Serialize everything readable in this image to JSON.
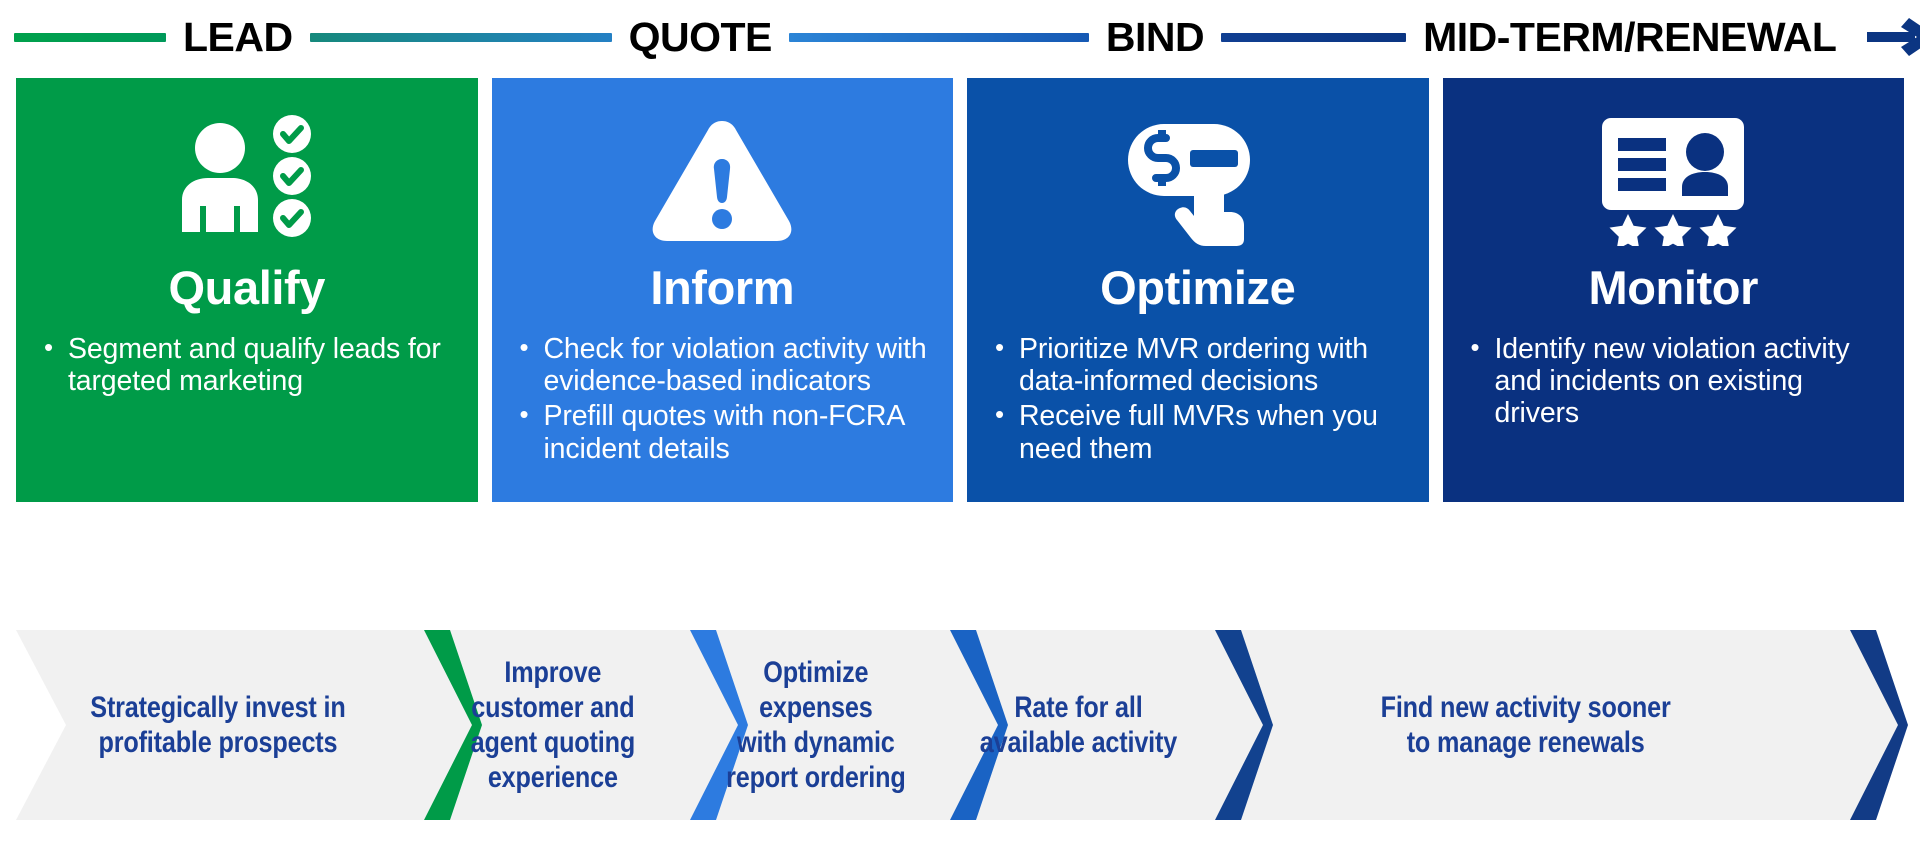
{
  "timeline": {
    "stages": [
      {
        "label": "LEAD",
        "line_color": "#00a14b"
      },
      {
        "label": "QUOTE",
        "line_color": "#2480c4"
      },
      {
        "label": "BIND",
        "line_color": "#1659b4"
      },
      {
        "label": "MID-TERM/RENEWAL",
        "line_color": "#0b3582"
      }
    ],
    "end_arrow_icon": "arrow-right-icon",
    "end_arrow_color": "#0b3582"
  },
  "cards": [
    {
      "title": "Qualify",
      "color": "#009b48",
      "icon": "person-with-checkmarks-icon",
      "bullets": [
        "Segment and qualify leads for targeted marketing"
      ]
    },
    {
      "title": "Inform",
      "color": "#2d7be0",
      "icon": "warning-triangle-icon",
      "bullets": [
        "Check for violation activity with evidence-based indicators",
        "Prefill quotes with non-FCRA incident details"
      ]
    },
    {
      "title": "Optimize",
      "color": "#0a51a8",
      "icon": "price-tag-hand-tap-icon",
      "bullets": [
        "Prioritize MVR ordering with data-informed decisions",
        "Receive full MVRs when you need them"
      ]
    },
    {
      "title": "Monitor",
      "color": "#0a3180",
      "icon": "id-card-stars-icon",
      "bullets": [
        "Identify new violation activity and incidents on existing drivers"
      ]
    }
  ],
  "outcome_band": {
    "background": "#f1f1f1",
    "text_color": "#1b3f96",
    "items": [
      {
        "text": "Strategically invest in\nprofitable prospects"
      },
      {
        "text": "Improve\ncustomer and\nagent quoting\nexperience"
      },
      {
        "text": "Optimize\nexpenses\nwith dynamic\nreport ordering"
      },
      {
        "text": "Rate for all\navailable activity"
      },
      {
        "text": "Find new activity sooner\nto manage renewals"
      }
    ],
    "separators": [
      {
        "color": "#009b48"
      },
      {
        "color": "#2d7be0"
      },
      {
        "color": "#1a63c4"
      },
      {
        "color": "#12428f"
      },
      {
        "color": "#123b86"
      }
    ]
  }
}
